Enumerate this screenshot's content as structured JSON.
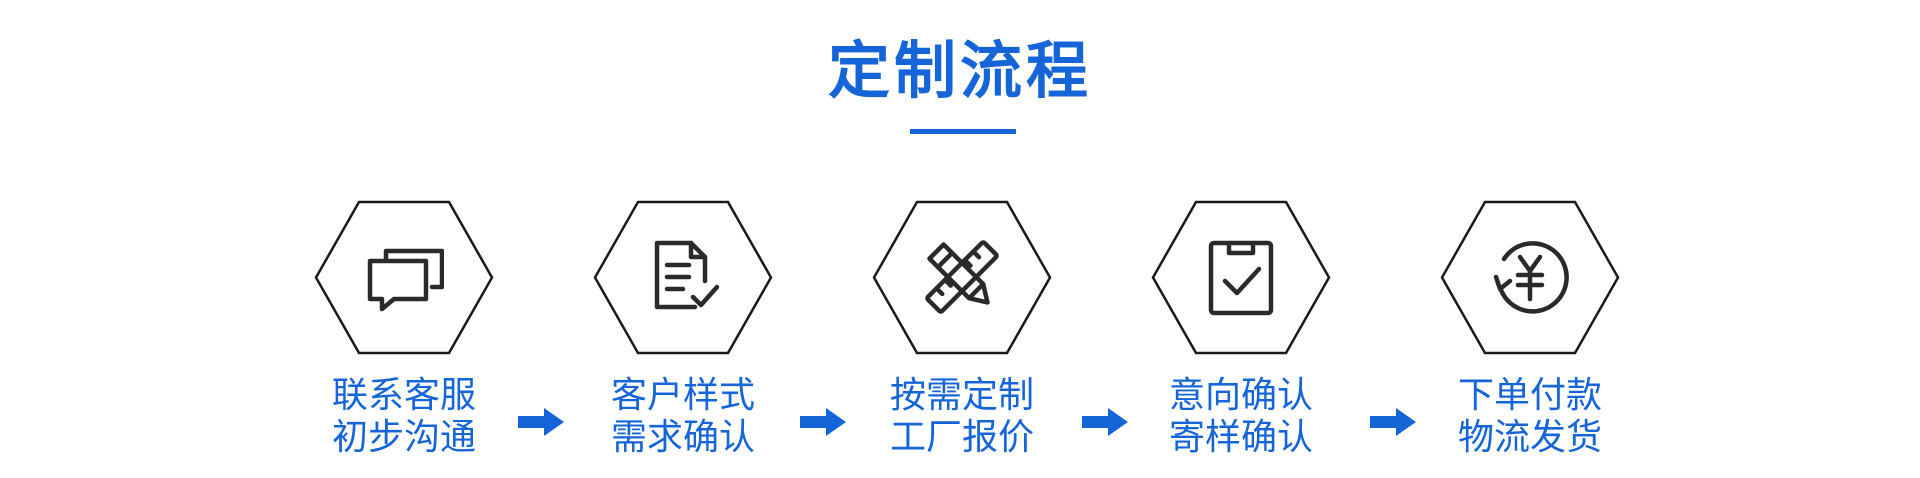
{
  "title": "定制流程",
  "accent_color": "#1565d8",
  "steps": [
    {
      "icon": "chat-bubbles-icon",
      "line1": "联系客服",
      "line2": "初步沟通"
    },
    {
      "icon": "document-check-icon",
      "line1": "客户样式",
      "line2": "需求确认"
    },
    {
      "icon": "pencil-ruler-icon",
      "line1": "按需定制",
      "line2": "工厂报价"
    },
    {
      "icon": "clipboard-check-icon",
      "line1": "意向确认",
      "line2": "寄样确认"
    },
    {
      "icon": "yuan-payment-icon",
      "line1": "下单付款",
      "line2": "物流发货"
    }
  ]
}
